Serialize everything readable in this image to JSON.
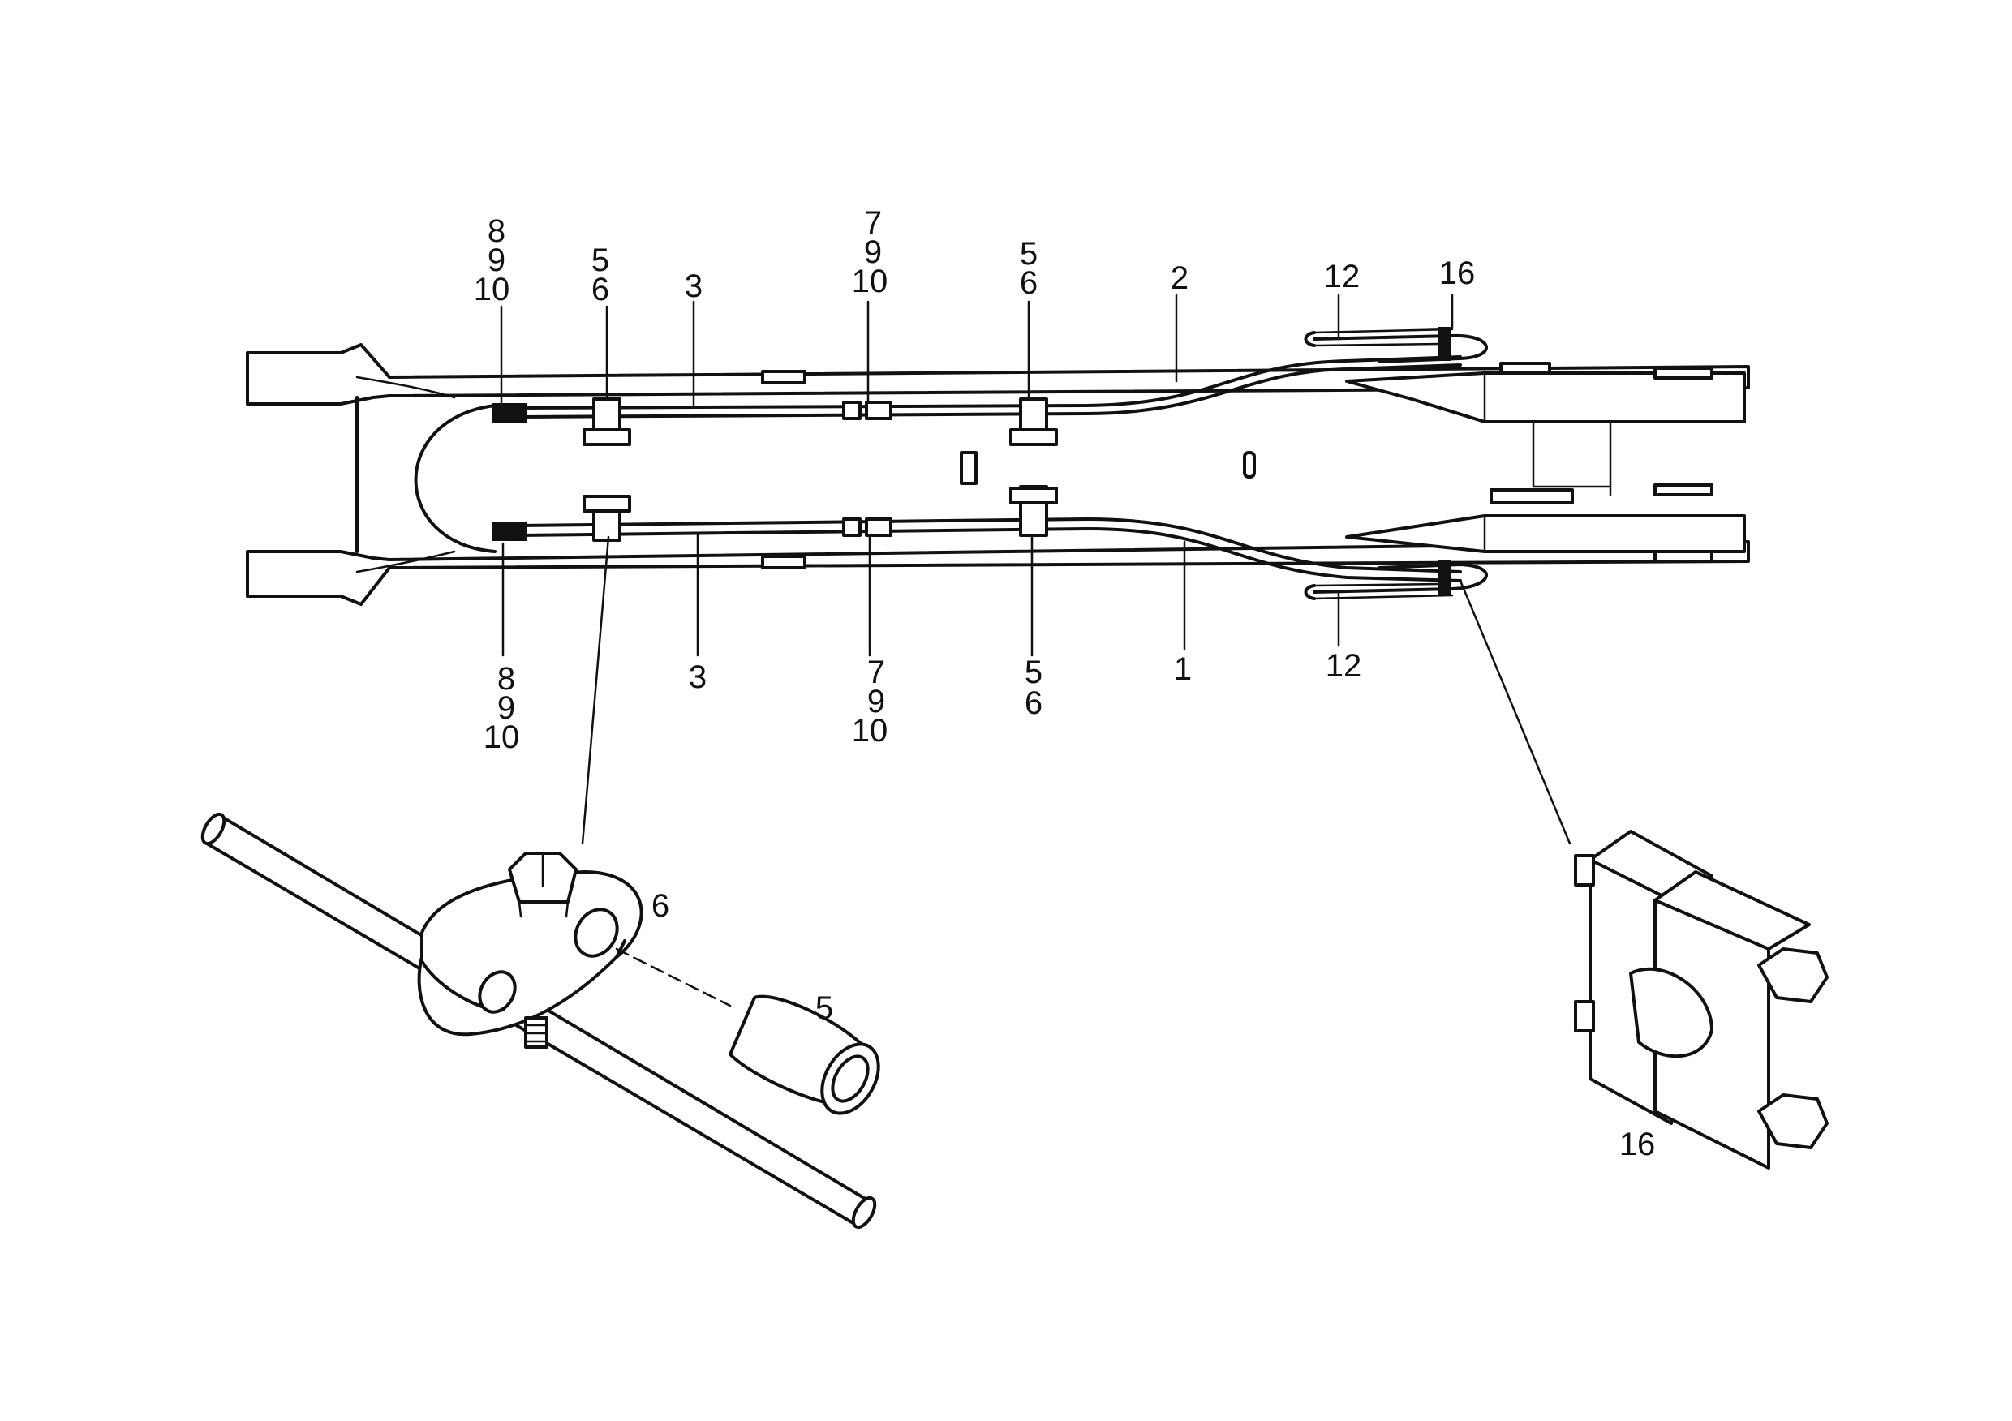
{
  "callouts": {
    "top_left_stack": [
      "8",
      "9",
      "10"
    ],
    "top_clamp_left": [
      "5",
      "6"
    ],
    "top_pipe": "3",
    "top_mid_stack": [
      "7",
      "9",
      "10"
    ],
    "top_clamp_right": [
      "5",
      "6"
    ],
    "top_upper_pipe": "2",
    "top_hose": "12",
    "top_block": "16",
    "bottom_left_stack": [
      "8",
      "9",
      "10"
    ],
    "bottom_pipe": "3",
    "bottom_mid_stack": [
      "7",
      "9",
      "10"
    ],
    "bottom_clamp_right": [
      "5",
      "6"
    ],
    "bottom_lower_pipe": "1",
    "bottom_hose": "12",
    "detail_clamp": "6",
    "detail_bushing": "5",
    "detail_block": "16"
  }
}
